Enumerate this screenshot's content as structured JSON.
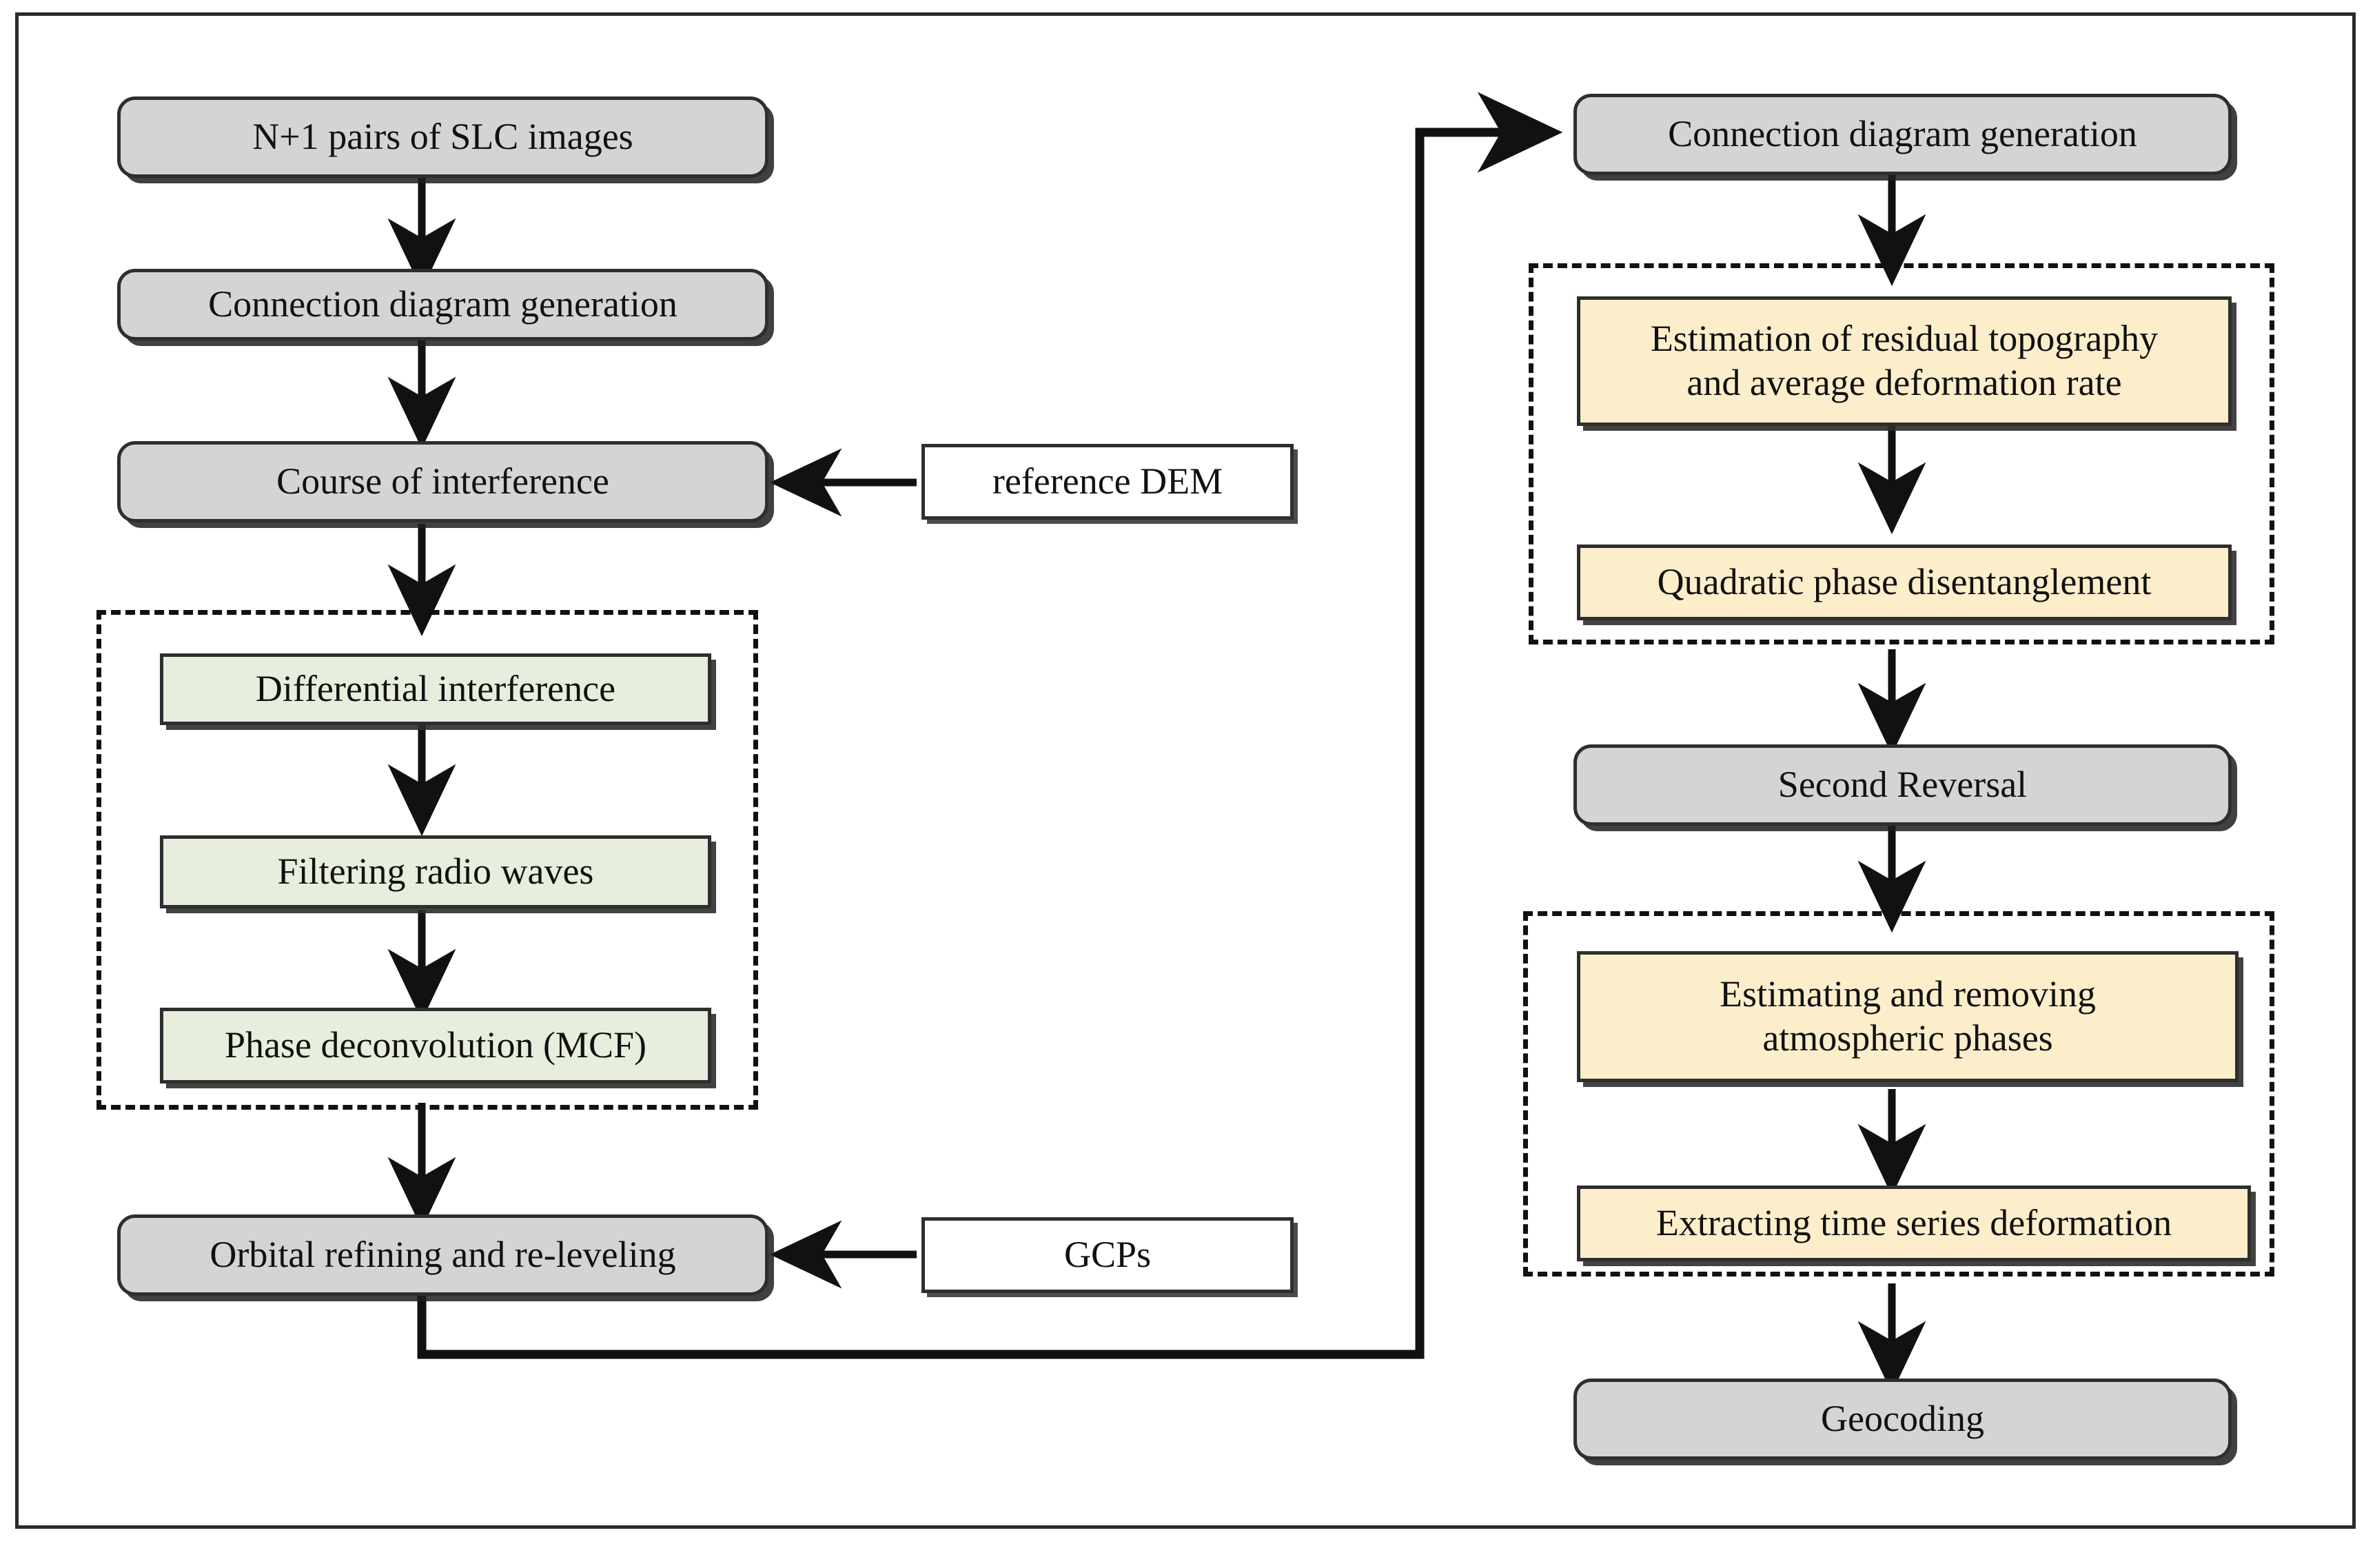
{
  "figure": {
    "type": "flowchart",
    "title": "SBAS-InSAR time series deformation processing flow",
    "orientation": "two-column, left column feeds right column",
    "colors": {
      "gray_node_fill": "#d4d4d4",
      "green_node_fill": "#e8eedd",
      "yellow_node_fill": "#fceecb",
      "white_node_fill": "#ffffff",
      "node_border": "#2e2e2e",
      "frame_border": "#2b2b2b",
      "arrow": "#111111",
      "dashed_group_border": "#111111",
      "background": "#ffffff"
    }
  },
  "nodes": {
    "slc_images": {
      "label": "N+1 pairs of SLC images",
      "style": "gray"
    },
    "connection_diagram_left": {
      "label": "Connection diagram generation",
      "style": "gray"
    },
    "course_of_interference": {
      "label": "Course of interference",
      "style": "gray"
    },
    "reference_dem": {
      "label": "reference DEM",
      "style": "white"
    },
    "differential_interference": {
      "label": "Differential interference",
      "style": "green"
    },
    "filtering_radio_waves": {
      "label": "Filtering radio waves",
      "style": "green"
    },
    "phase_deconvolution": {
      "label": "Phase deconvolution (MCF)",
      "style": "green"
    },
    "orbital_refining": {
      "label": "Orbital refining and re-leveling",
      "style": "gray"
    },
    "gcps": {
      "label": "GCPs",
      "style": "white"
    },
    "connection_diagram_right": {
      "label": "Connection diagram generation",
      "style": "gray"
    },
    "estimation_residual_topography": {
      "label": "Estimation of residual topography\nand average deformation rate",
      "style": "yellow"
    },
    "quadratic_phase": {
      "label": "Quadratic phase disentanglement",
      "style": "yellow"
    },
    "second_reversal": {
      "label": "Second Reversal",
      "style": "gray"
    },
    "estimating_removing_atmospheric": {
      "label": "Estimating and removing\natmospheric phases",
      "style": "yellow"
    },
    "extracting_time_series": {
      "label": "Extracting time series deformation",
      "style": "yellow"
    },
    "geocoding": {
      "label": "Geocoding",
      "style": "gray"
    }
  },
  "groups": {
    "left_dashed_group": {
      "members": [
        "differential_interference",
        "filtering_radio_waves",
        "phase_deconvolution"
      ]
    },
    "right_dashed_group_upper": {
      "members": [
        "estimation_residual_topography",
        "quadratic_phase"
      ]
    },
    "right_dashed_group_lower": {
      "members": [
        "estimating_removing_atmospheric",
        "extracting_time_series"
      ]
    }
  },
  "edges": [
    {
      "from": "slc_images",
      "to": "connection_diagram_left",
      "kind": "arrow-down"
    },
    {
      "from": "connection_diagram_left",
      "to": "course_of_interference",
      "kind": "arrow-down"
    },
    {
      "from": "reference_dem",
      "to": "course_of_interference",
      "kind": "arrow-left"
    },
    {
      "from": "course_of_interference",
      "to": "differential_interference",
      "kind": "arrow-down"
    },
    {
      "from": "differential_interference",
      "to": "filtering_radio_waves",
      "kind": "arrow-down"
    },
    {
      "from": "filtering_radio_waves",
      "to": "phase_deconvolution",
      "kind": "arrow-down"
    },
    {
      "from": "phase_deconvolution",
      "to": "orbital_refining",
      "kind": "arrow-down"
    },
    {
      "from": "gcps",
      "to": "orbital_refining",
      "kind": "arrow-left"
    },
    {
      "from": "orbital_refining",
      "to": "connection_diagram_right",
      "kind": "elbow-arrow-right"
    },
    {
      "from": "connection_diagram_right",
      "to": "estimation_residual_topography",
      "kind": "arrow-down"
    },
    {
      "from": "estimation_residual_topography",
      "to": "quadratic_phase",
      "kind": "arrow-down"
    },
    {
      "from": "quadratic_phase",
      "to": "second_reversal",
      "kind": "arrow-down"
    },
    {
      "from": "second_reversal",
      "to": "estimating_removing_atmospheric",
      "kind": "arrow-down"
    },
    {
      "from": "estimating_removing_atmospheric",
      "to": "extracting_time_series",
      "kind": "arrow-down"
    },
    {
      "from": "extracting_time_series",
      "to": "geocoding",
      "kind": "arrow-down"
    }
  ]
}
